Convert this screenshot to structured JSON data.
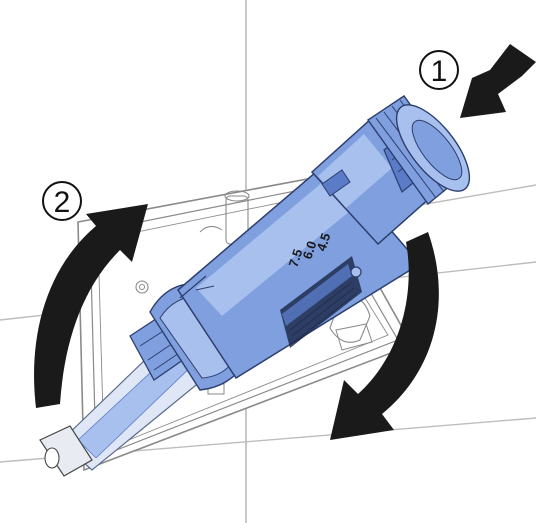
{
  "steps": [
    {
      "number": "1",
      "action": "push"
    },
    {
      "number": "2",
      "action": "rotate"
    }
  ],
  "scale": {
    "labels": [
      "7.5",
      "6.0",
      "4.5"
    ]
  },
  "colors": {
    "part_blue": "#7f9fde",
    "part_blue_light": "#a8c0ee",
    "part_blue_dark": "#5a7cc8",
    "arrow": "#1a1a1a",
    "tile_line": "#bdbdbd",
    "frame_line": "#8a8a8a",
    "ink": "#111111"
  },
  "icons": [
    "push-arrow-icon",
    "clockwise-rotate-arrow-icon",
    "counterclockwise-rotate-arrow-icon"
  ]
}
